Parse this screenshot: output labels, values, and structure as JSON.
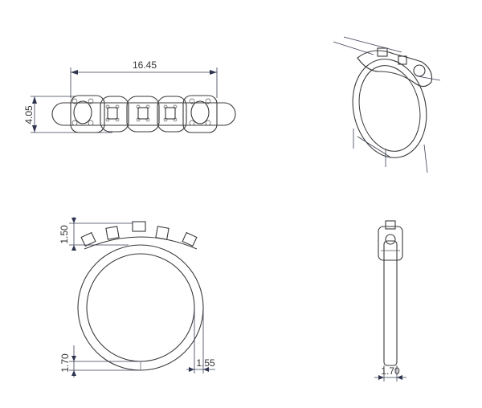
{
  "drawing": {
    "top_view": {
      "width_dim": "16.45",
      "height_dim": "4.05"
    },
    "front_view": {
      "head_height_dim": "1.50",
      "shank_bottom_dim": "1.70",
      "shank_width_dim": "1.55"
    },
    "side_view": {
      "band_width_dim": "1.70"
    }
  }
}
